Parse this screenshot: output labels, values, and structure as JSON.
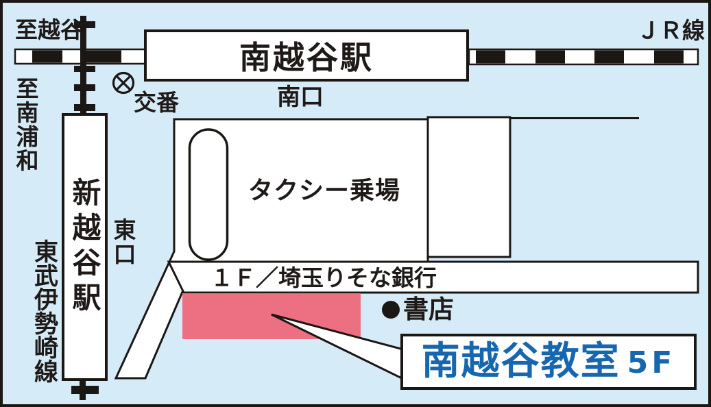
{
  "map": {
    "title_hint": "access map",
    "colors": {
      "background": "#D6EBF8",
      "line_black": "#1b1714",
      "highlight_pink": "#ED6F82",
      "classroom_blue": "#1666B0"
    },
    "labels": {
      "to_koshigaya": "至越谷",
      "jr_line": "ＪＲ線",
      "minami_koshigaya_station": "南越谷駅",
      "koban": "交番",
      "south_exit": "南口",
      "to_minami_urawa": "至南浦和",
      "shin_koshigaya_station": "新越谷駅",
      "east_exit": "東口",
      "tobu_isesaki_line": "東武伊勢崎線",
      "taxi_stand": "タクシー乗場",
      "bank_first_floor": "１Ｆ／埼玉りそな銀行",
      "bookstore": "書店",
      "classroom_name": "南越谷教室",
      "classroom_floor": "5F"
    }
  }
}
